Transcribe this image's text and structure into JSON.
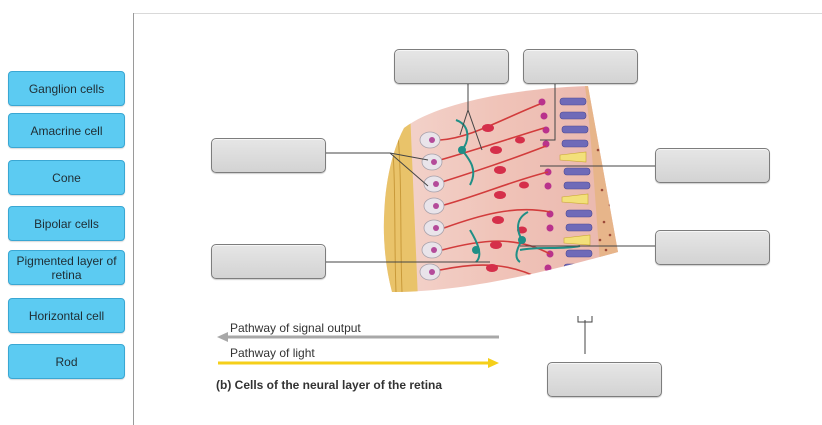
{
  "labels": [
    "Ganglion cells",
    "Amacrine cell",
    "Cone",
    "Bipolar cells",
    "Pigmented layer of retina",
    "Horizontal cell",
    "Rod"
  ],
  "legend": {
    "signal_output": "Pathway of signal output",
    "light": "Pathway of light"
  },
  "caption": "(b) Cells of the neural layer of the retina",
  "colors": {
    "tile": "#5ccbf2",
    "tile_border": "#3aa7d3",
    "signal_arrow": "#a8a8a8",
    "light_arrow": "#f5cf1a"
  }
}
